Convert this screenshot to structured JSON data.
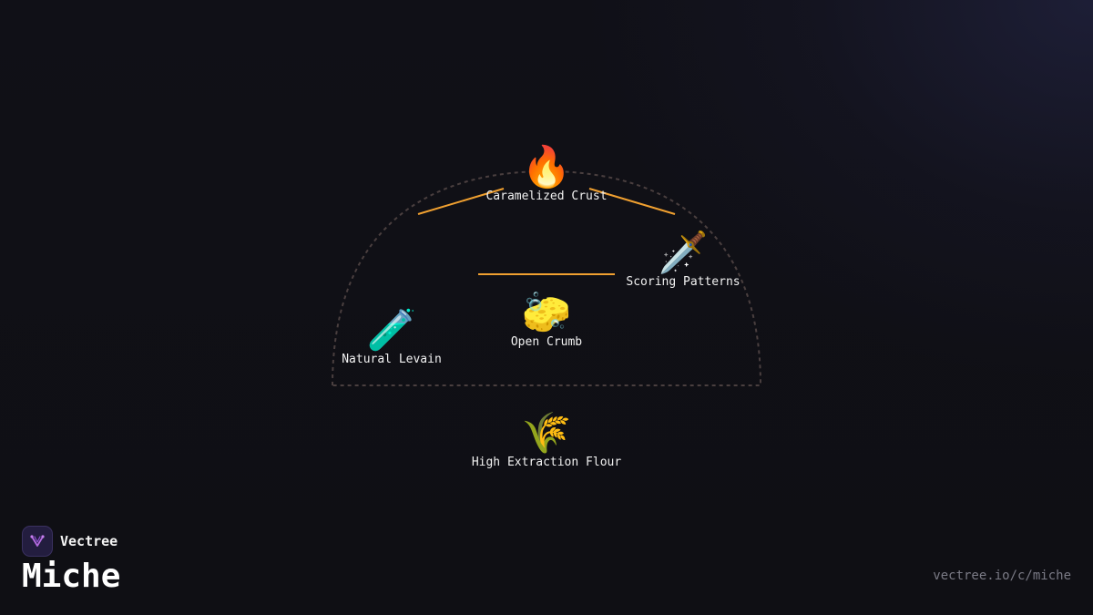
{
  "diagram": {
    "nodes": [
      {
        "id": "crust",
        "emoji": "🔥",
        "icon": "fire-icon",
        "label": "Caramelized Crust"
      },
      {
        "id": "scoring",
        "emoji": "🗡️",
        "icon": "dagger-icon",
        "label": "Scoring Patterns"
      },
      {
        "id": "crumb",
        "emoji": "🧽",
        "icon": "sponge-icon",
        "label": "Open Crumb"
      },
      {
        "id": "levain",
        "emoji": "🧪",
        "icon": "test-tube-icon",
        "label": "Natural Levain"
      },
      {
        "id": "flour",
        "emoji": "🌾",
        "icon": "wheat-icon",
        "label": "High Extraction Flour"
      }
    ],
    "colors": {
      "connector": "#f0a030",
      "dome_outline": "#4a3f3f",
      "background": "#0f0f14"
    }
  },
  "brand": {
    "name": "Vectree",
    "logo_icon": "vectree-logo-icon",
    "logo_color": "#b46ae0"
  },
  "title": "Miche",
  "url": "vectree.io/c/miche"
}
